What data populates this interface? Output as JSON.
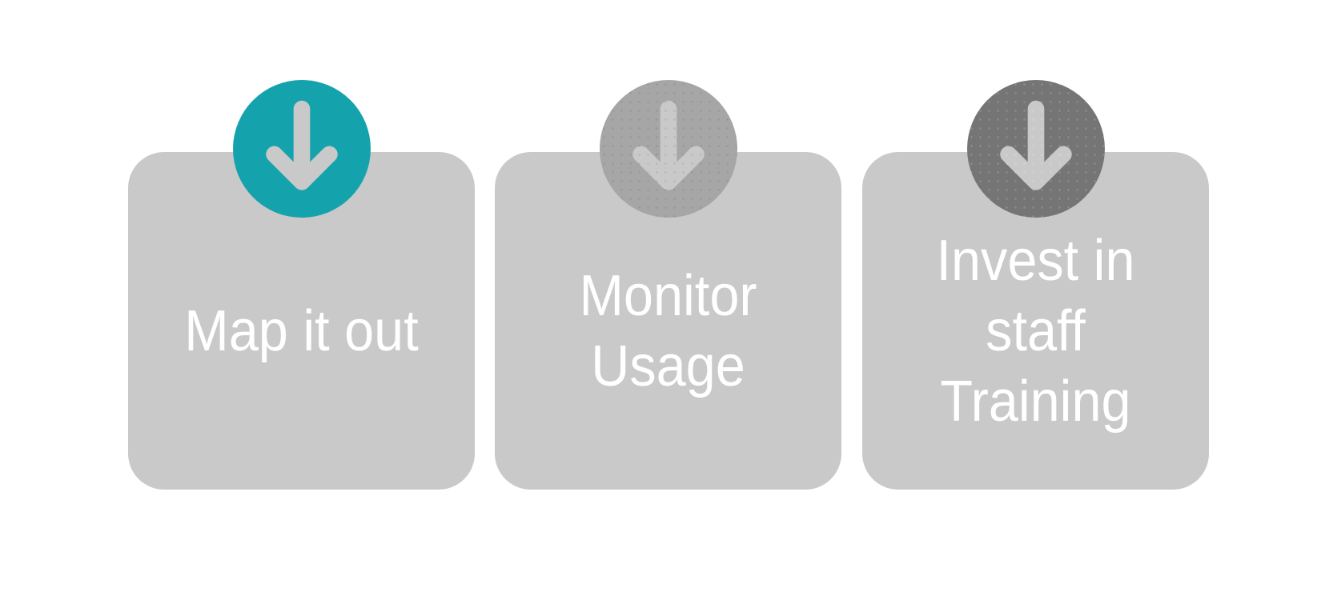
{
  "diagram": {
    "background_color": "#FFFFFF",
    "box_color": "#C9C9C9",
    "arrow_color": "#C9C9C9",
    "text_color": "#FFFFFF",
    "steps": [
      {
        "label": "Map it out",
        "circle_color": "#14A3AD"
      },
      {
        "label": "Monitor\nUsage",
        "circle_color": "#A6A6A6"
      },
      {
        "label": "Invest in\nstaff\nTraining",
        "circle_color": "#757575"
      }
    ]
  }
}
